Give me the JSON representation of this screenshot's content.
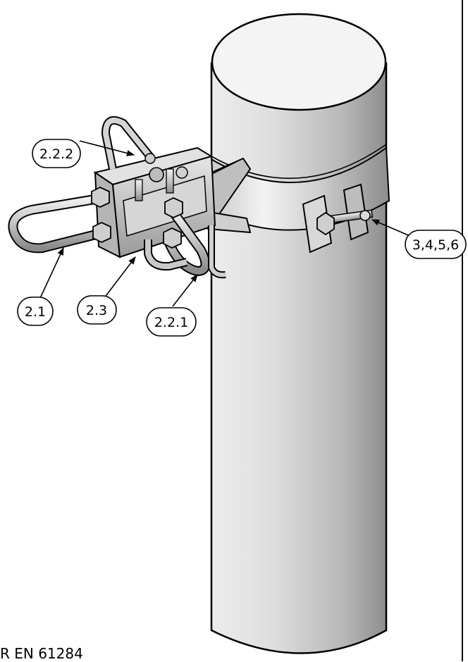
{
  "callouts": {
    "c1": "2.2.2",
    "c2": "3,4,5,6",
    "c3": "2.1",
    "c4": "2.3",
    "c5": "2.2.1"
  },
  "footer": {
    "reference": "R EN 61284"
  }
}
